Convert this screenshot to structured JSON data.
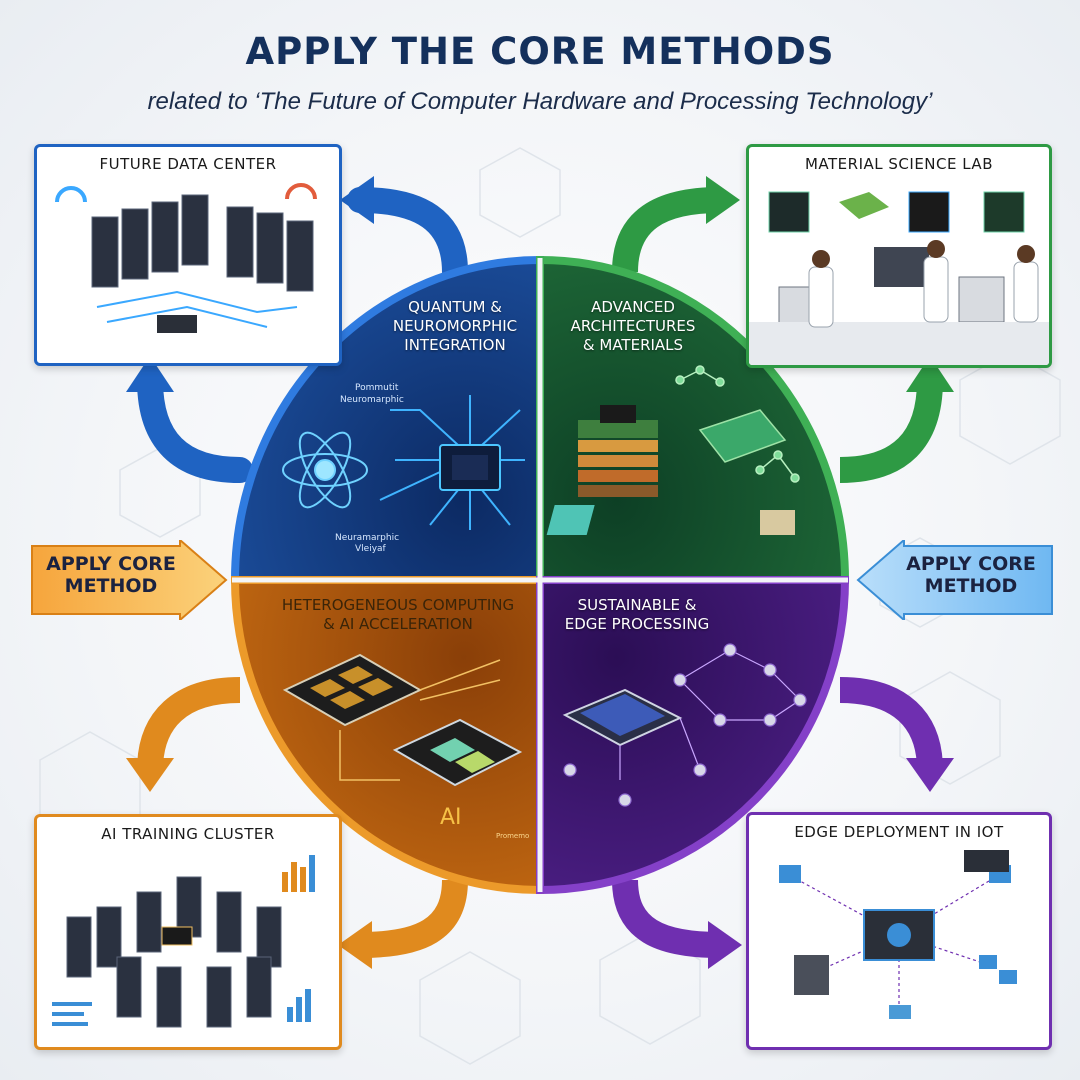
{
  "header": {
    "title": "APPLY THE CORE METHODS",
    "subtitle": "related to ‘The Future of Computer Hardware and Processing Technology’"
  },
  "apply_left": {
    "line1": "APPLY CORE",
    "line2": "METHOD"
  },
  "apply_right": {
    "line1": "APPLY CORE",
    "line2": "METHOD"
  },
  "quadrants": {
    "top_left": {
      "title_lines": [
        "QUANTUM &",
        "NEUROMORPHIC",
        "INTEGRATION"
      ],
      "color": "#1f63c2"
    },
    "top_right": {
      "title_lines": [
        "ADVANCED",
        "ARCHITECTURES",
        "& MATERIALS"
      ],
      "color": "#2e9a44"
    },
    "bottom_left": {
      "title_lines": [
        "HETEROGENEOUS COMPUTING",
        "& AI ACCELERATION"
      ],
      "color": "#e08a1e",
      "badge": "AI"
    },
    "bottom_right": {
      "title_lines": [
        "SUSTAINABLE &",
        "EDGE PROCESSING"
      ],
      "color": "#6f2fb0"
    }
  },
  "cards": {
    "data_center": {
      "title": "FUTURE DATA CENTER",
      "border": "#1f63c2"
    },
    "material_lab": {
      "title": "MATERIAL SCIENCE LAB",
      "border": "#2e9a44"
    },
    "ai_cluster": {
      "title": "AI TRAINING CLUSTER",
      "border": "#e08a1e"
    },
    "edge_iot": {
      "title": "EDGE DEPLOYMENT IN IOT",
      "border": "#6f2fb0"
    }
  },
  "icons": [
    "atom-icon",
    "chip-icon",
    "server-rack-icon",
    "microscope-icon",
    "solar-panel-icon",
    "sensor-icon",
    "gauge-icon",
    "bar-chart-icon"
  ],
  "palette": {
    "blue": "#1f63c2",
    "green": "#2e9a44",
    "orange": "#e08a1e",
    "purple": "#6f2fb0",
    "navy": "#14305c"
  }
}
